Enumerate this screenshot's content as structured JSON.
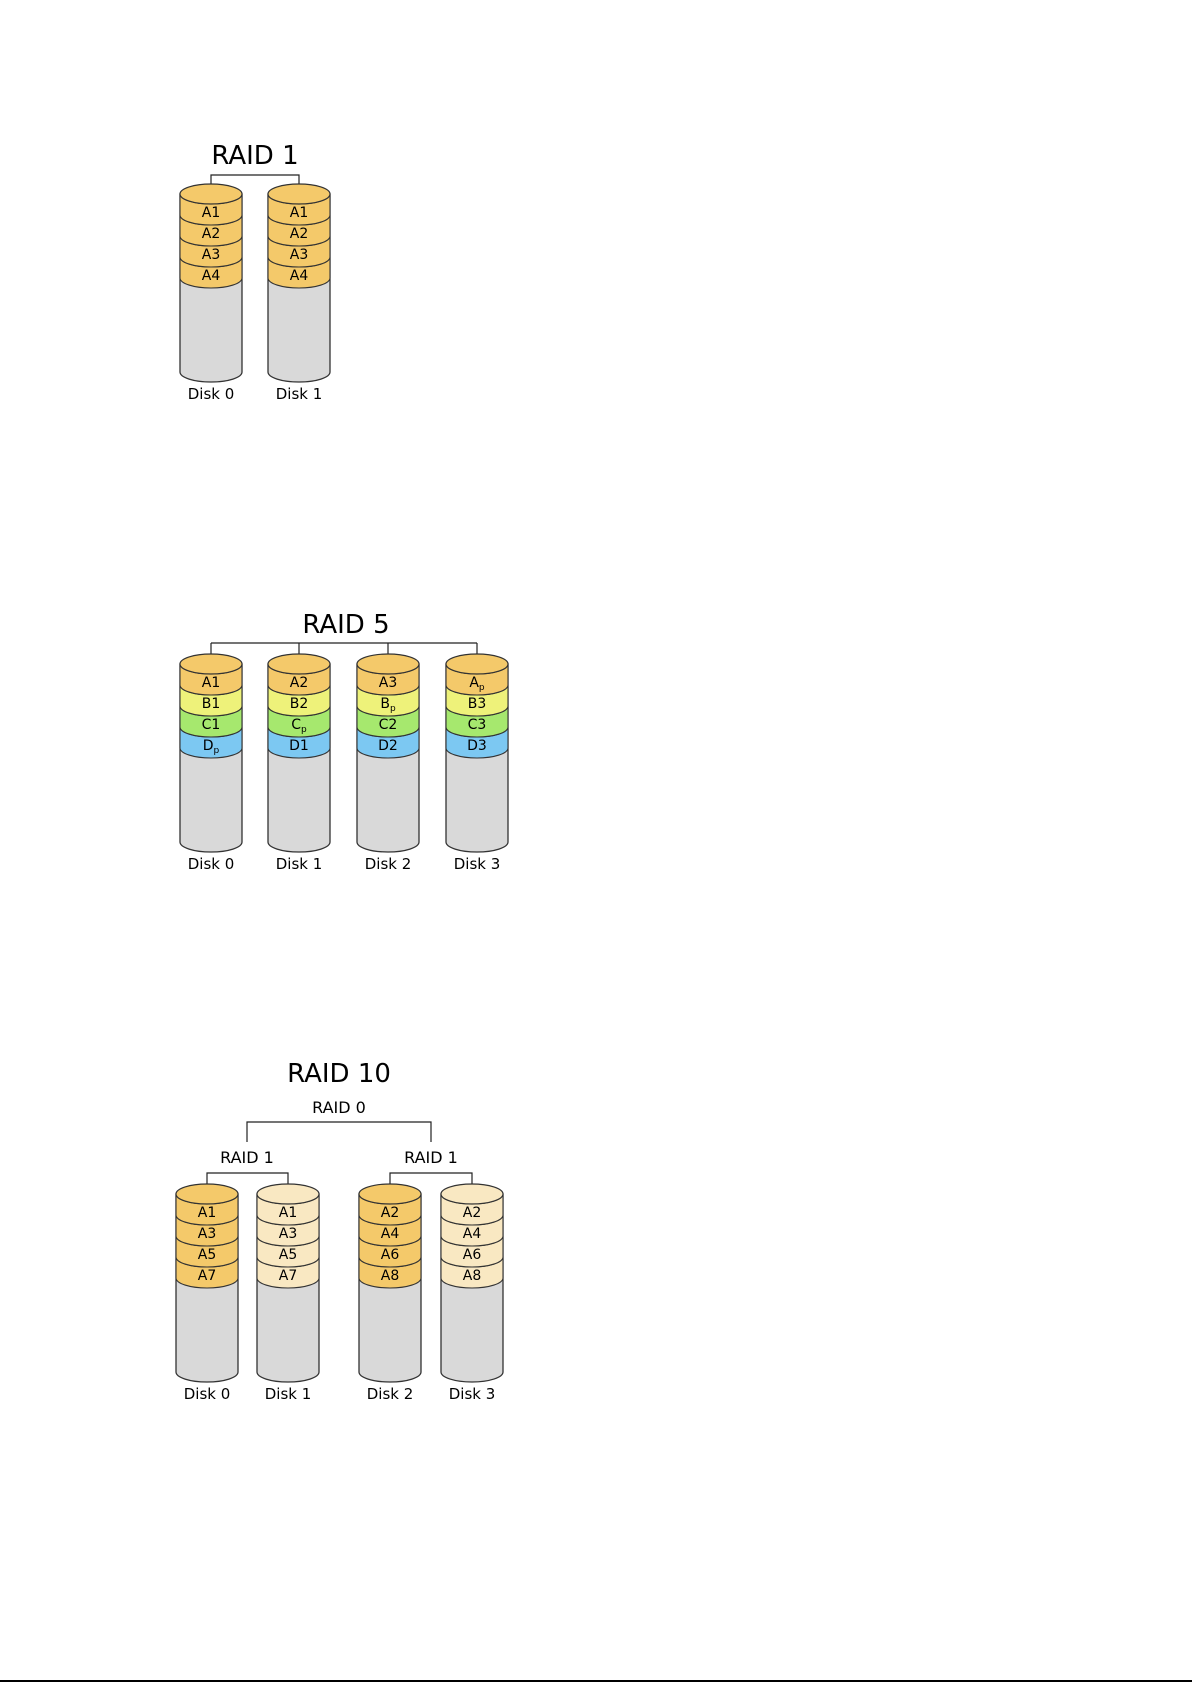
{
  "colors": {
    "orange": "#f4c96a",
    "light_orange": "#f9e8c2",
    "yellow": "#eef27a",
    "green": "#a6e86e",
    "blue": "#7cc8f2",
    "disk_gray": "#d9d9d9",
    "outline": "#333333"
  },
  "diagrams": [
    {
      "id": "raid1",
      "title": "RAID 1",
      "disks": [
        {
          "label": "Disk 0",
          "blocks": [
            {
              "t": "A1",
              "c": "orange"
            },
            {
              "t": "A2",
              "c": "orange"
            },
            {
              "t": "A3",
              "c": "orange"
            },
            {
              "t": "A4",
              "c": "orange"
            }
          ]
        },
        {
          "label": "Disk 1",
          "blocks": [
            {
              "t": "A1",
              "c": "orange"
            },
            {
              "t": "A2",
              "c": "orange"
            },
            {
              "t": "A3",
              "c": "orange"
            },
            {
              "t": "A4",
              "c": "orange"
            }
          ]
        }
      ]
    },
    {
      "id": "raid5",
      "title": "RAID 5",
      "disks": [
        {
          "label": "Disk 0",
          "blocks": [
            {
              "t": "A1",
              "c": "orange"
            },
            {
              "t": "B1",
              "c": "yellow"
            },
            {
              "t": "C1",
              "c": "green"
            },
            {
              "t": "D",
              "sub": "p",
              "c": "blue"
            }
          ]
        },
        {
          "label": "Disk 1",
          "blocks": [
            {
              "t": "A2",
              "c": "orange"
            },
            {
              "t": "B2",
              "c": "yellow"
            },
            {
              "t": "C",
              "sub": "p",
              "c": "green"
            },
            {
              "t": "D1",
              "c": "blue"
            }
          ]
        },
        {
          "label": "Disk 2",
          "blocks": [
            {
              "t": "A3",
              "c": "orange"
            },
            {
              "t": "B",
              "sub": "p",
              "c": "yellow"
            },
            {
              "t": "C2",
              "c": "green"
            },
            {
              "t": "D2",
              "c": "blue"
            }
          ]
        },
        {
          "label": "Disk 3",
          "blocks": [
            {
              "t": "A",
              "sub": "p",
              "c": "orange"
            },
            {
              "t": "B3",
              "c": "yellow"
            },
            {
              "t": "C3",
              "c": "green"
            },
            {
              "t": "D3",
              "c": "blue"
            }
          ]
        }
      ]
    },
    {
      "id": "raid10",
      "title": "RAID 10",
      "stripe_label": "RAID 0",
      "groups": [
        {
          "label": "RAID 1"
        },
        {
          "label": "RAID 1"
        }
      ],
      "disks": [
        {
          "label": "Disk 0",
          "blocks": [
            {
              "t": "A1",
              "c": "orange"
            },
            {
              "t": "A3",
              "c": "orange"
            },
            {
              "t": "A5",
              "c": "orange"
            },
            {
              "t": "A7",
              "c": "orange"
            }
          ]
        },
        {
          "label": "Disk 1",
          "blocks": [
            {
              "t": "A1",
              "c": "light_orange"
            },
            {
              "t": "A3",
              "c": "light_orange"
            },
            {
              "t": "A5",
              "c": "light_orange"
            },
            {
              "t": "A7",
              "c": "light_orange"
            }
          ]
        },
        {
          "label": "Disk 2",
          "blocks": [
            {
              "t": "A2",
              "c": "orange"
            },
            {
              "t": "A4",
              "c": "orange"
            },
            {
              "t": "A6",
              "c": "orange"
            },
            {
              "t": "A8",
              "c": "orange"
            }
          ]
        },
        {
          "label": "Disk 3",
          "blocks": [
            {
              "t": "A2",
              "c": "light_orange"
            },
            {
              "t": "A4",
              "c": "light_orange"
            },
            {
              "t": "A6",
              "c": "light_orange"
            },
            {
              "t": "A8",
              "c": "light_orange"
            }
          ]
        }
      ]
    }
  ]
}
